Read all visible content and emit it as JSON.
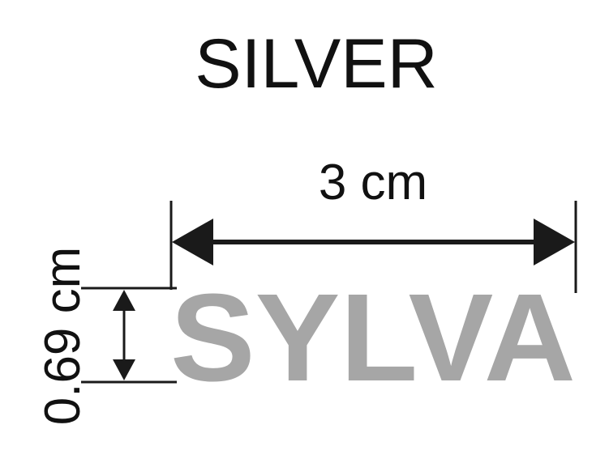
{
  "title": "SILVER",
  "logo_text": "SYLVA",
  "width_label": "3 cm",
  "height_label": "0.69 cm",
  "colors": {
    "text": "#111111",
    "logo": "#a6a6a6",
    "lines": "#1a1a1a"
  }
}
